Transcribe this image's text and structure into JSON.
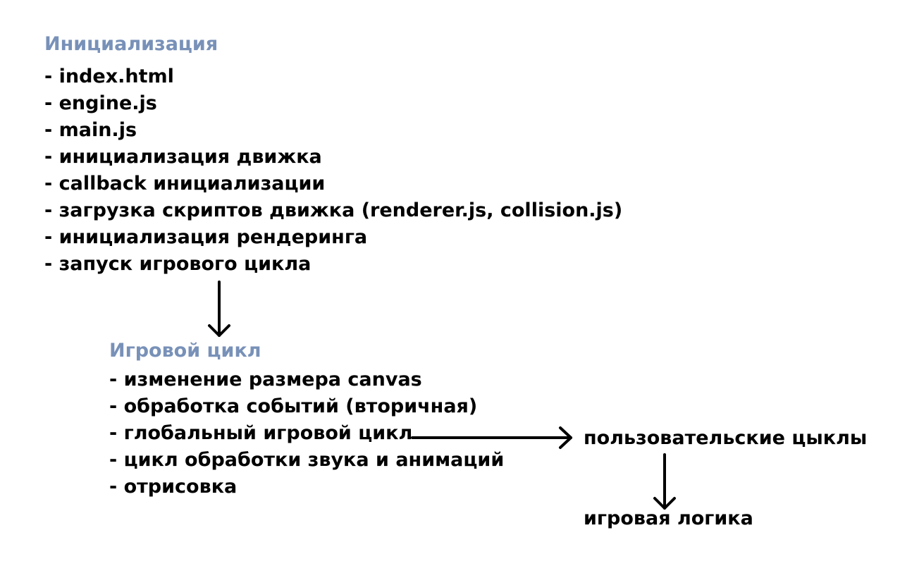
{
  "init": {
    "title": "Инициализация",
    "items": [
      "- index.html",
      "- engine.js",
      "- main.js",
      "- инициализация движка",
      "- callback инициализации",
      "- загрузка скриптов движка (renderer.js, collision.js)",
      "- инициализация рендеринга",
      "- запуск игрового цикла"
    ]
  },
  "loop": {
    "title": "Игровой цикл",
    "items": [
      "- изменение размера canvas",
      "- обработка событий (вторичная)",
      "- глобальный игровой цикл",
      "- цикл обработки звука и анимаций",
      "- отрисовка"
    ]
  },
  "user_loops": "пользовательские цыклы",
  "game_logic": "игровая логика",
  "colors": {
    "heading": "#7891b8",
    "text": "#000000",
    "arrow": "#000000"
  }
}
